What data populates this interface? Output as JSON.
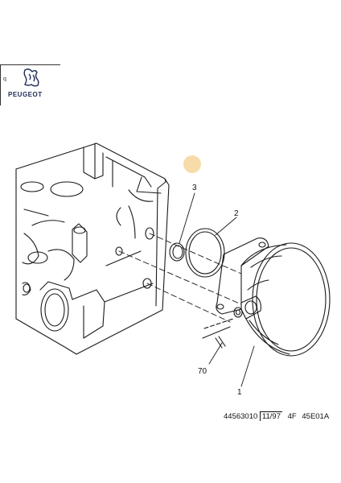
{
  "brand": {
    "name": "PEUGEOT",
    "corner_mark": "q",
    "color": "#1e2a55"
  },
  "callouts": {
    "vacuum_pump": "1",
    "large_o_ring": "2",
    "small_seal": "3",
    "fastener": "70"
  },
  "footer": {
    "ref_number": "44563010",
    "date": "11/97",
    "code_1": "4F",
    "code_2": "45E01A"
  },
  "colors": {
    "line": "#1a1a1a",
    "highlight_dot": "#f7dcaa"
  }
}
